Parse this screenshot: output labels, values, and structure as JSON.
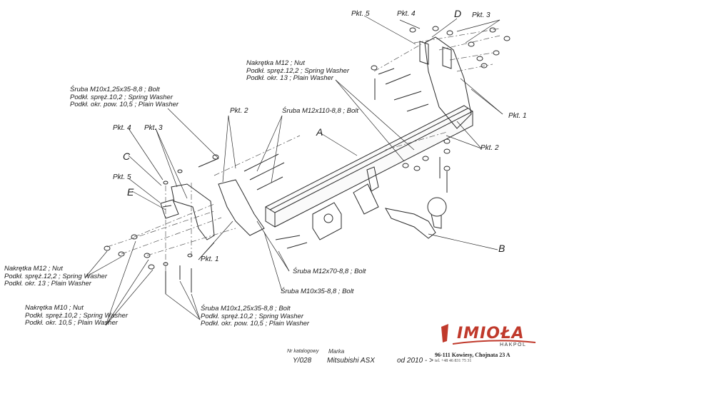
{
  "callouts": {
    "pkt5_top": "Pkt. 5",
    "pkt4_top": "Pkt. 4",
    "d": "D",
    "pkt3_top": "Pkt. 3",
    "pkt1_right": "Pkt. 1",
    "pkt2_right": "Pkt. 2",
    "pkt2_left": "Pkt. 2",
    "pkt4_left": "Pkt. 4",
    "pkt3_left": "Pkt. 3",
    "c": "C",
    "pkt5_left": "Pkt. 5",
    "e": "E",
    "a": "A",
    "b": "B",
    "pkt1_left": "Pkt. 1"
  },
  "notes": {
    "nut_m12_top": [
      "Nakrętka  M12 ; Nut",
      "Podkł. spręż.12,2 ; Spring Washer",
      "Podkł. okr. 13 ; Plain Washer"
    ],
    "bolt_m10_left": [
      "Śruba M10x1,25x35-8,8 ;  Bolt",
      "Podkł. spręż.10,2 ; Spring Washer",
      "Podkł. okr. pow. 10,5 ; Plain Washer"
    ],
    "bolt_m12x110": "Śruba M12x110-8,8 ;  Bolt",
    "nut_m12_left": [
      "Nakrętka  M12 ; Nut",
      "Podkł. spręż.12,2 ; Spring Washer",
      "Podkł. okr. 13 ; Plain Washer"
    ],
    "bolt_m12x70": "Śruba M12x70-8,8 ;  Bolt",
    "bolt_m10x35": "Śruba M10x35-8,8 ;  Bolt",
    "nut_m10_left": [
      "Nakrętka  M10 ; Nut",
      "Podkł. spręż.10,2 ; Spring Washer",
      "Podkł. okr. 10,5 ; Plain Washer"
    ],
    "bolt_m10_bottom": [
      "Śruba M10x1,25x35-8,8 ;  Bolt",
      "Podkł. spręż.10,2 ; Spring Washer",
      "Podkł. okr. pow. 10,5 ; Plain Washer"
    ]
  },
  "footer": {
    "catalog_header": "Nr katalogowy",
    "catalog_value": "Y/028",
    "brand_header": "Marka",
    "brand_value": "Mitsubishi ASX",
    "year": "od 2010 - >",
    "logo": "IMIOŁA",
    "logo_sub": "HAKPOL",
    "address": "96-111 Kowiesy, Chojnata 23 A",
    "phone": "tel. +48 46 831 75 31"
  },
  "colors": {
    "line": "#2a2a2a",
    "logo_red": "#c0392b"
  }
}
